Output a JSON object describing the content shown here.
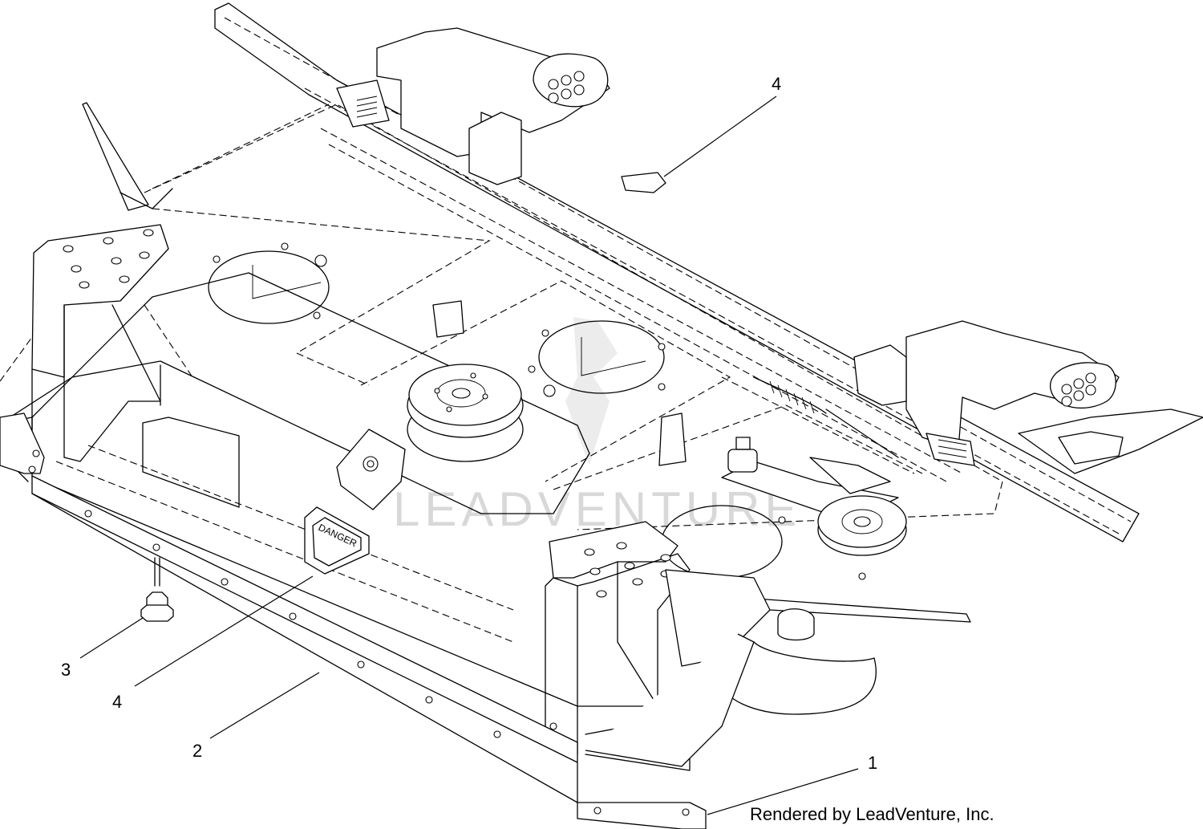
{
  "diagram": {
    "callouts": [
      "4",
      "3",
      "4",
      "2",
      "1"
    ],
    "decal_text": "DANGER",
    "watermark_text": "LEADVENTURE",
    "credit": "Rendered by LeadVenture, Inc."
  }
}
